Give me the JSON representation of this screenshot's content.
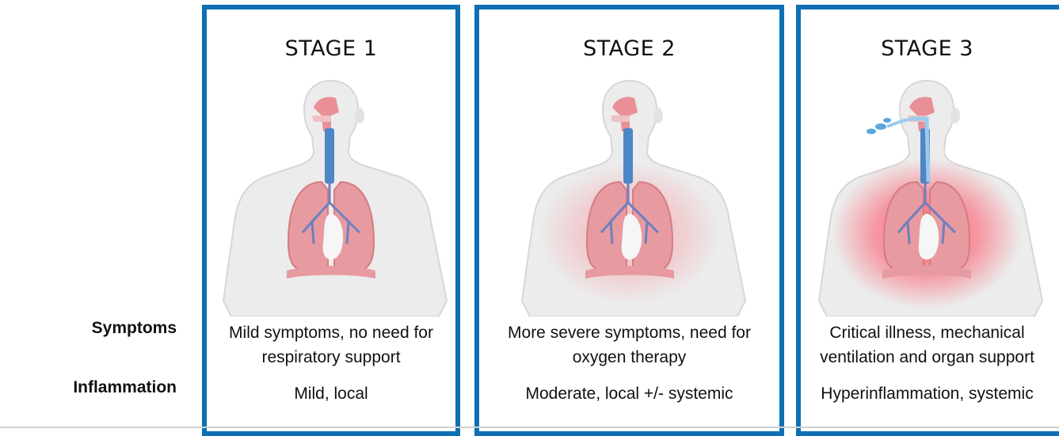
{
  "row_labels": {
    "symptoms": "Symptoms",
    "inflammation": "Inflammation"
  },
  "stages": [
    {
      "title": "STAGE 1",
      "symptoms_line1": "Mild symptoms, no need for",
      "symptoms_line2": "respiratory support",
      "inflammation": "Mild, local",
      "glow": "none"
    },
    {
      "title": "STAGE 2",
      "symptoms_line1": "More severe symptoms, need for",
      "symptoms_line2": "oxygen therapy",
      "inflammation": "Moderate, local +/- systemic",
      "glow": "moderate"
    },
    {
      "title": "STAGE 3",
      "symptoms_line1": "Critical illness, mechanical",
      "symptoms_line2": "ventilation and organ support",
      "inflammation": "Hyperinflammation, systemic",
      "glow": "intense",
      "ventilation_tube": true
    }
  ],
  "colors": {
    "frame": "#0e6fb4",
    "body": "#ebebeb",
    "lung": "#e79aa0",
    "airway": "#4d86c6",
    "inflammation_glow": "#ff4d5e"
  }
}
